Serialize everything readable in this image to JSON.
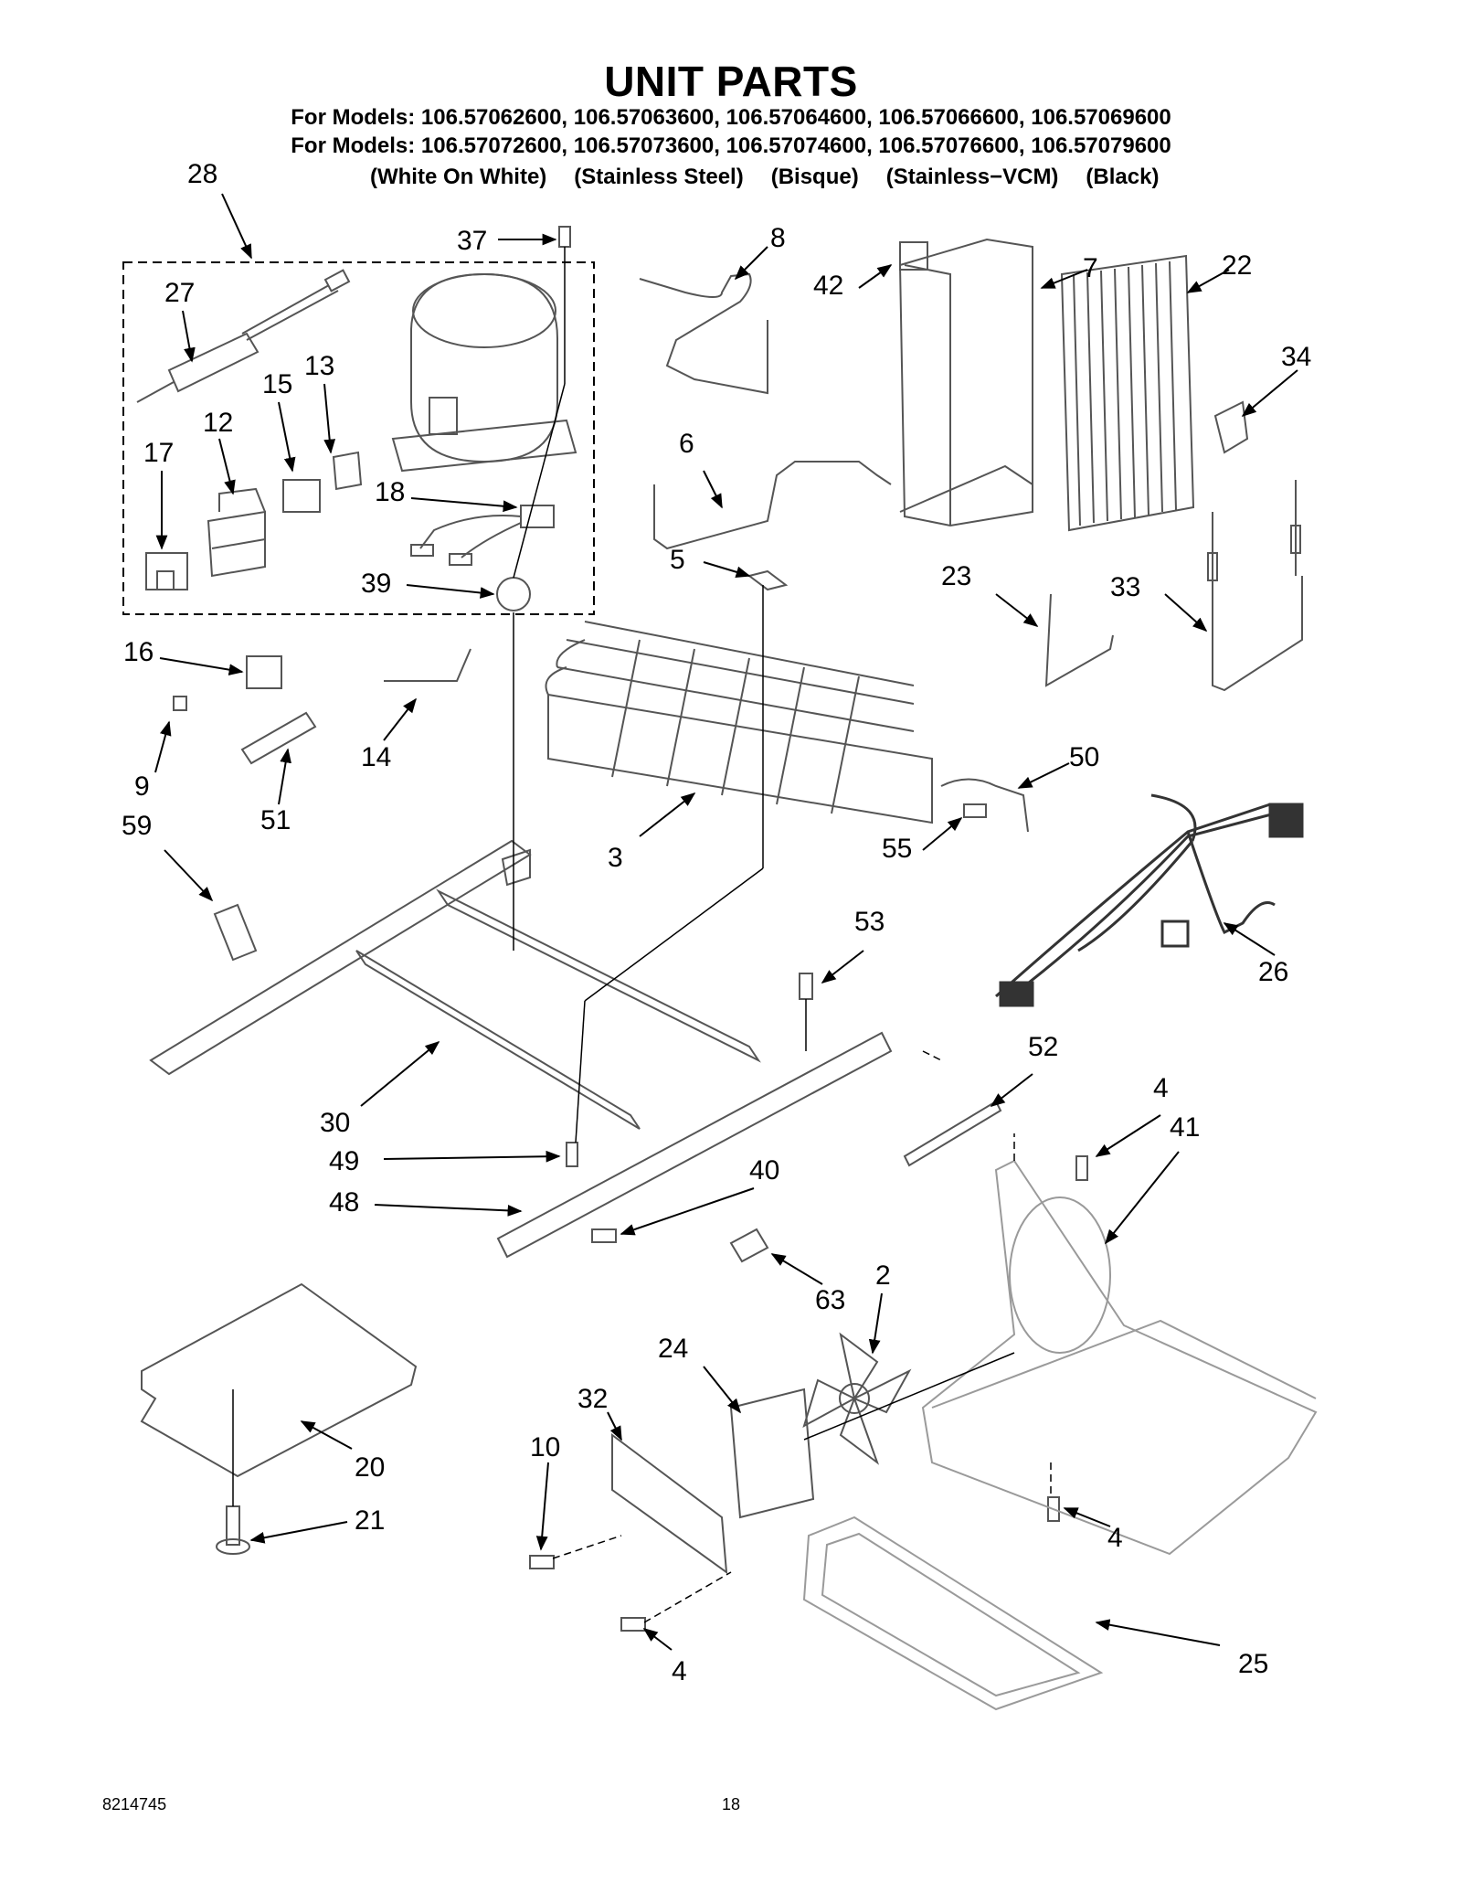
{
  "header": {
    "title": "UNIT PARTS",
    "models_line_1": "For Models: 106.57062600, 106.57063600, 106.57064600, 106.57066600, 106.57069600",
    "models_line_2": "For Models: 106.57072600, 106.57073600, 106.57074600, 106.57076600, 106.57079600",
    "colors": [
      "(White On White)",
      "(Stainless Steel)",
      "(Bisque)",
      "(Stainless−VCM)",
      "(Black)"
    ]
  },
  "callouts": [
    "28",
    "37",
    "8",
    "7",
    "22",
    "27",
    "15",
    "13",
    "12",
    "17",
    "18",
    "42",
    "34",
    "6",
    "39",
    "5",
    "23",
    "33",
    "16",
    "9",
    "14",
    "51",
    "59",
    "3",
    "50",
    "55",
    "26",
    "53",
    "52",
    "4",
    "41",
    "30",
    "49",
    "48",
    "40",
    "63",
    "2",
    "24",
    "32",
    "10",
    "20",
    "21",
    "4",
    "4",
    "25"
  ],
  "footer": {
    "doc_number": "8214745",
    "page_number": "18"
  },
  "colors_used": {
    "line": "#000000",
    "part_outline": "#555555",
    "light_part": "#9a9a9a"
  }
}
